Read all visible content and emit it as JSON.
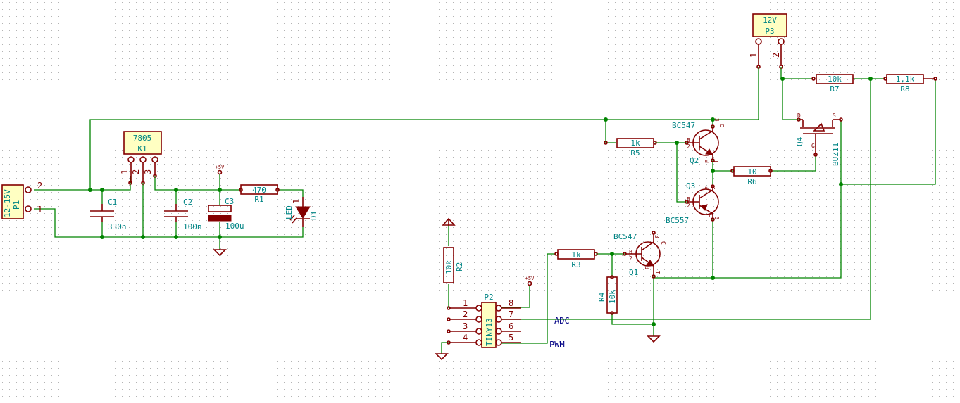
{
  "components": {
    "P1": {
      "ref": "P1",
      "value": "12-15V",
      "pins": [
        "1",
        "2"
      ]
    },
    "K1": {
      "ref": "K1",
      "value": "7805",
      "pins": [
        "1",
        "2",
        "3"
      ]
    },
    "C1": {
      "ref": "C1",
      "value": "330n"
    },
    "C2": {
      "ref": "C2",
      "value": "100n"
    },
    "C3": {
      "ref": "C3",
      "value": "100u"
    },
    "R1": {
      "ref": "R1",
      "value": "470"
    },
    "D1": {
      "ref": "D1",
      "value": "LED",
      "pins": [
        "1"
      ]
    },
    "R2": {
      "ref": "R2",
      "value": "10k"
    },
    "P2": {
      "ref": "P2",
      "value": "TINY13",
      "pins": [
        "1",
        "2",
        "3",
        "4",
        "8",
        "7",
        "6",
        "5"
      ]
    },
    "R3": {
      "ref": "R3",
      "value": "1k"
    },
    "R4": {
      "ref": "R4",
      "value": "10k"
    },
    "Q1": {
      "ref": "Q1",
      "value": "BC547",
      "pins": [
        "B",
        "C",
        "E",
        "2",
        "3",
        "1"
      ]
    },
    "R5": {
      "ref": "R5",
      "value": "1k"
    },
    "Q2": {
      "ref": "Q2",
      "value": "BC547",
      "pins": [
        "B",
        "C",
        "E",
        "2",
        "3",
        "1"
      ]
    },
    "Q3": {
      "ref": "Q3",
      "value": "BC557",
      "pins": [
        "B",
        "C",
        "E",
        "2",
        "3",
        "1"
      ]
    },
    "R6": {
      "ref": "R6",
      "value": "10"
    },
    "Q4": {
      "ref": "Q4",
      "value": "BUZ11",
      "pins": [
        "D",
        "S",
        "G"
      ]
    },
    "R7": {
      "ref": "R7",
      "value": "10k"
    },
    "R8": {
      "ref": "R8",
      "value": "1,1k"
    },
    "P3": {
      "ref": "P3",
      "value": "12V",
      "pins": [
        "1",
        "2"
      ]
    }
  },
  "power": {
    "vcc": "+5V"
  },
  "nets": {
    "adc": "ADC",
    "pwm": "PWM"
  }
}
